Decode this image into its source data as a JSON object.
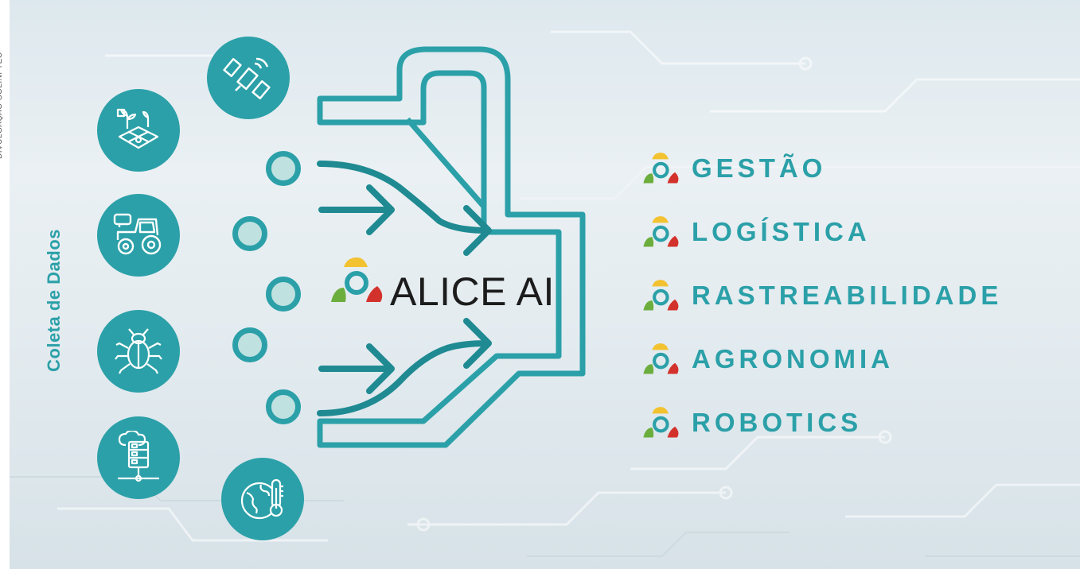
{
  "credit": "DIVULGAÇÃO SOLINFTEC",
  "input_label": "Coleta de Dados",
  "center_title": "ALICE AI",
  "outputs": [
    {
      "label": "GESTÃO"
    },
    {
      "label": "LOGÍSTICA"
    },
    {
      "label": "RASTREABILIDADE"
    },
    {
      "label": "AGRONOMIA"
    },
    {
      "label": "ROBOTICS"
    }
  ],
  "input_icons": [
    "satellite-icon",
    "field-sensor-icon",
    "tractor-icon",
    "insect-icon",
    "cloud-server-icon",
    "globe-thermometer-icon"
  ],
  "colors": {
    "teal": "#2ba0a8",
    "teal_dark": "#1f8a92",
    "dot_fill": "#bfe1df",
    "logo_yellow": "#f2c230",
    "logo_green": "#6cae3e",
    "logo_red": "#d3322c",
    "text_dark": "#1c1c1c"
  }
}
